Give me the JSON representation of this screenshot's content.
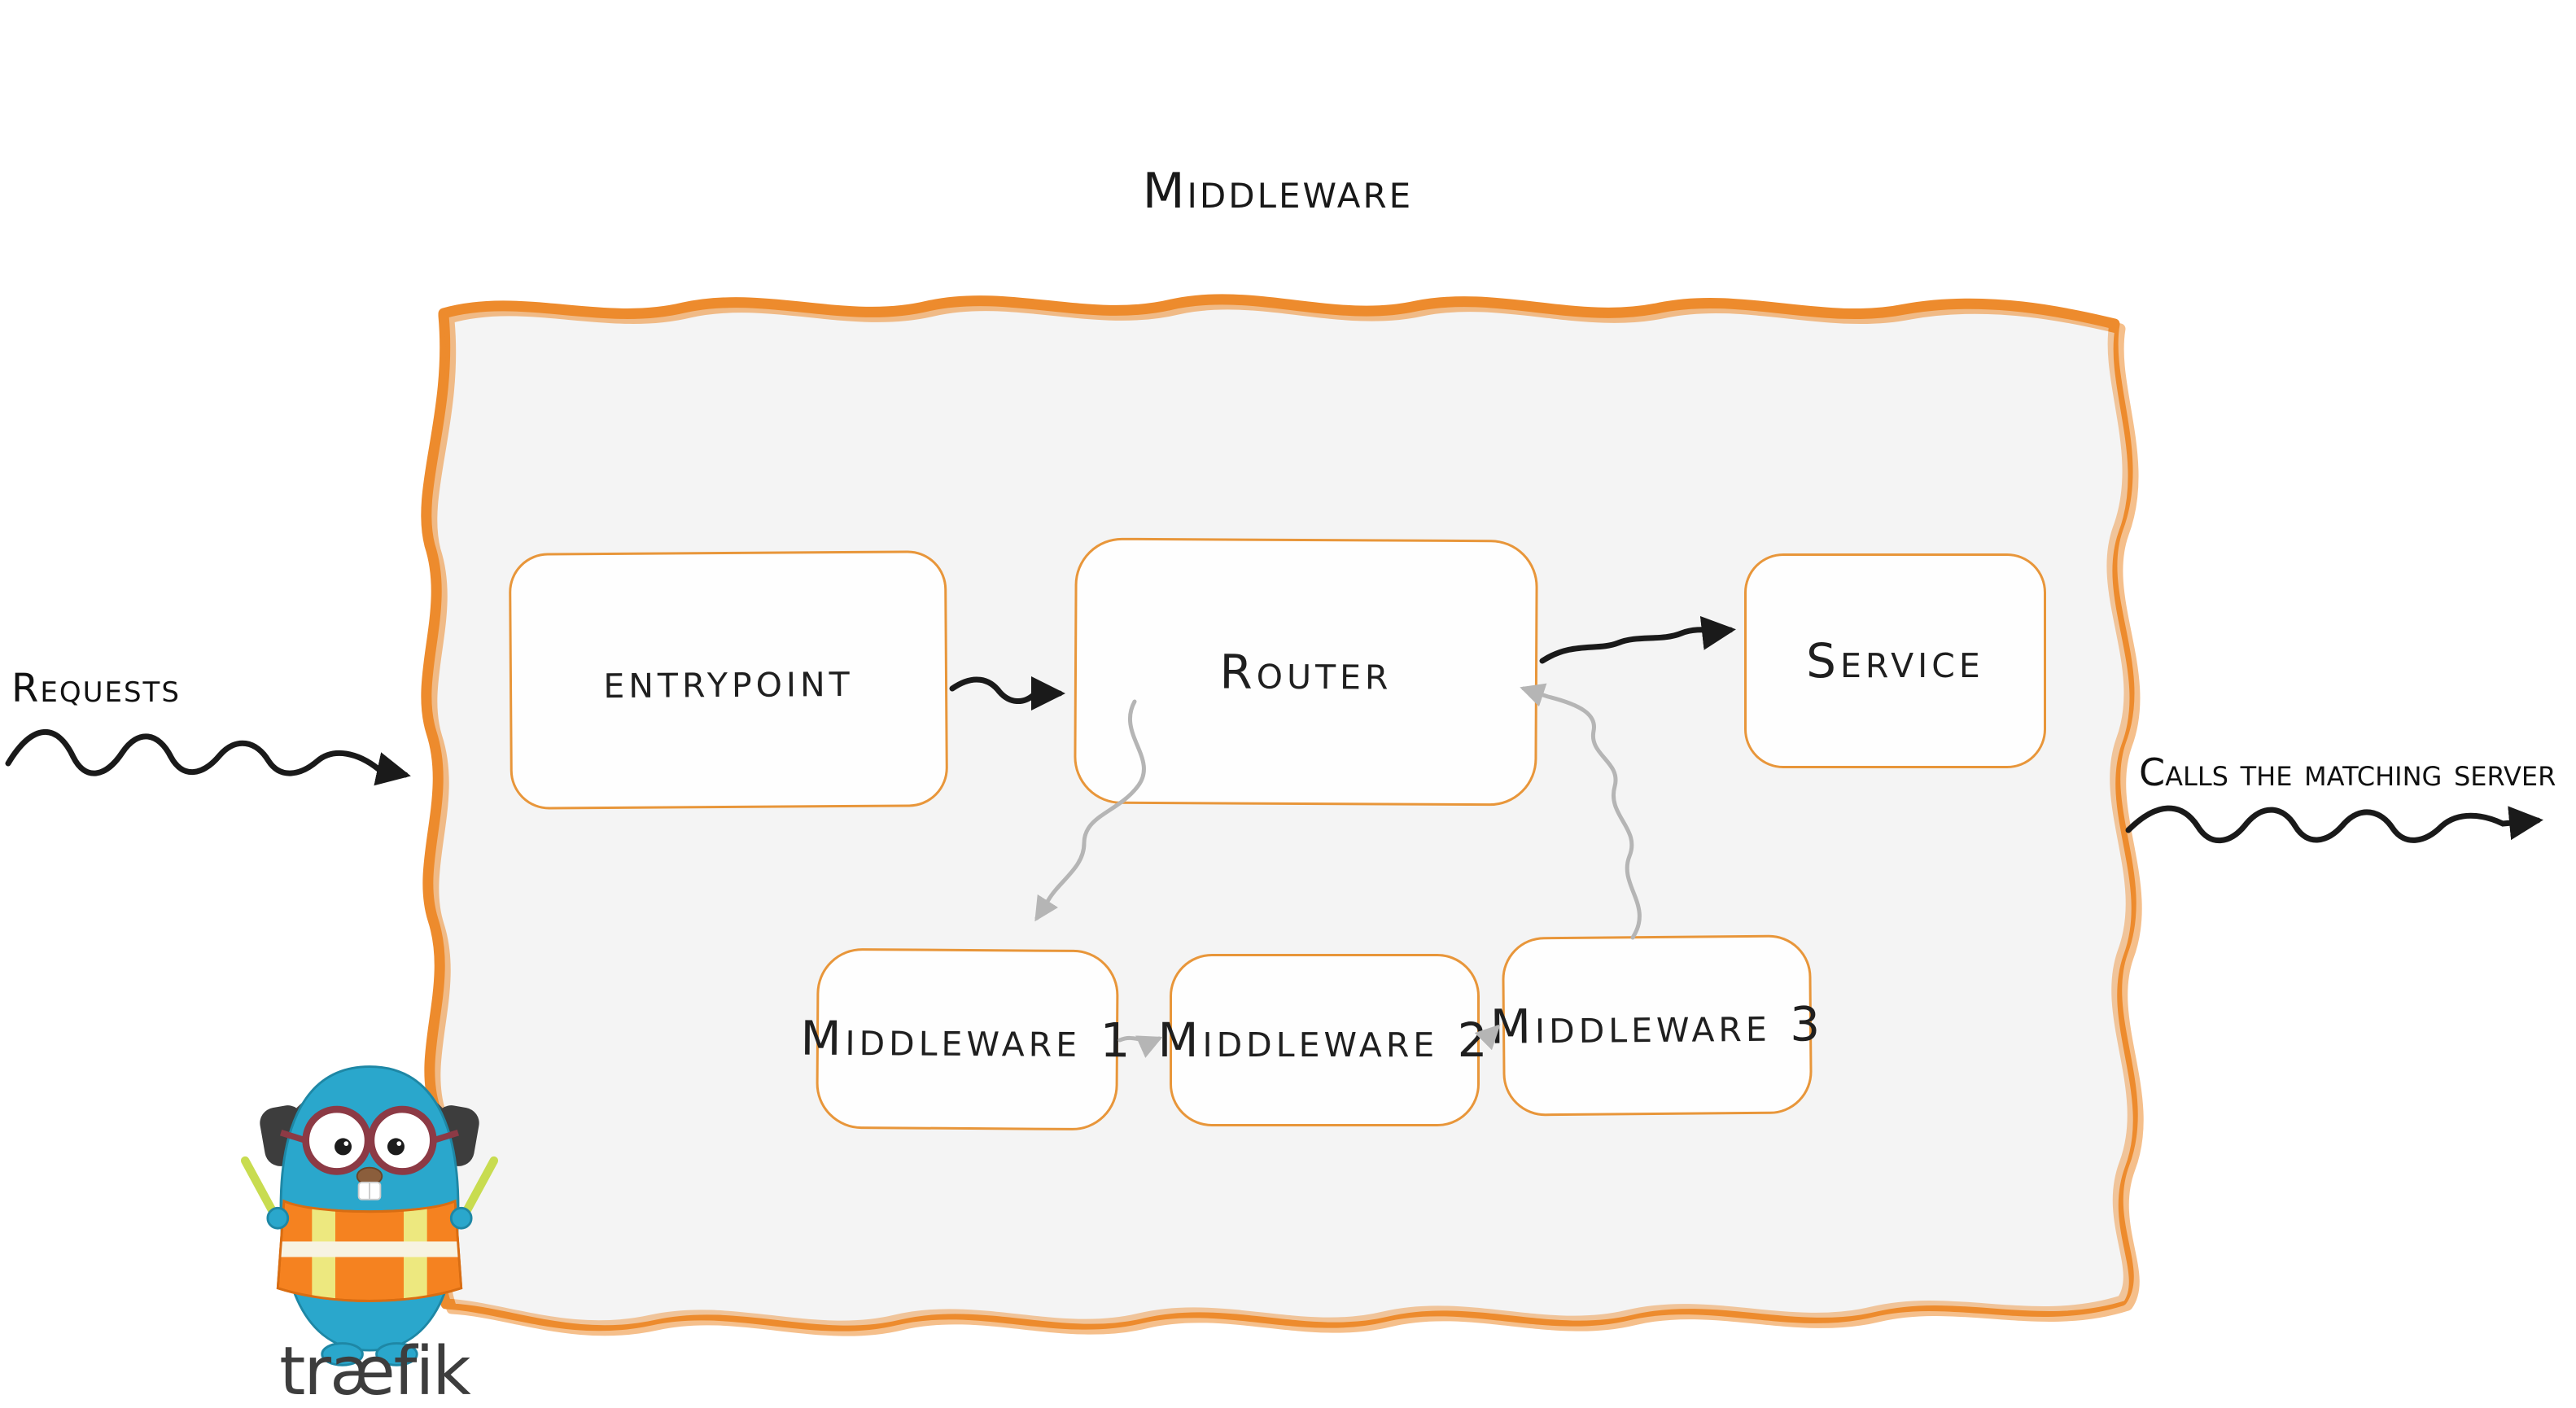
{
  "title": "Middleware",
  "outside": {
    "requests_label": "Requests",
    "calls_label": "Calls the matching server"
  },
  "nodes": {
    "entrypoint": "entrypoint",
    "router": "Router",
    "service": "Service",
    "middleware1": "Middleware 1",
    "middleware2": "Middleware 2",
    "middleware3": "Middleware 3"
  },
  "logo": {
    "brand": "træfik",
    "mascot": "traefik-gopher-mascot"
  },
  "colors": {
    "container_border_orange": "#ED8B2D",
    "container_fill_gray": "#F4F4F4",
    "node_border_orange": "#E8963A",
    "arrow_black": "#1A1A1A",
    "arrow_gray": "#B5B5B5",
    "gopher_blue": "#2AA7CC",
    "vest_orange": "#F58220",
    "brand_text": "#3D3D3D"
  }
}
